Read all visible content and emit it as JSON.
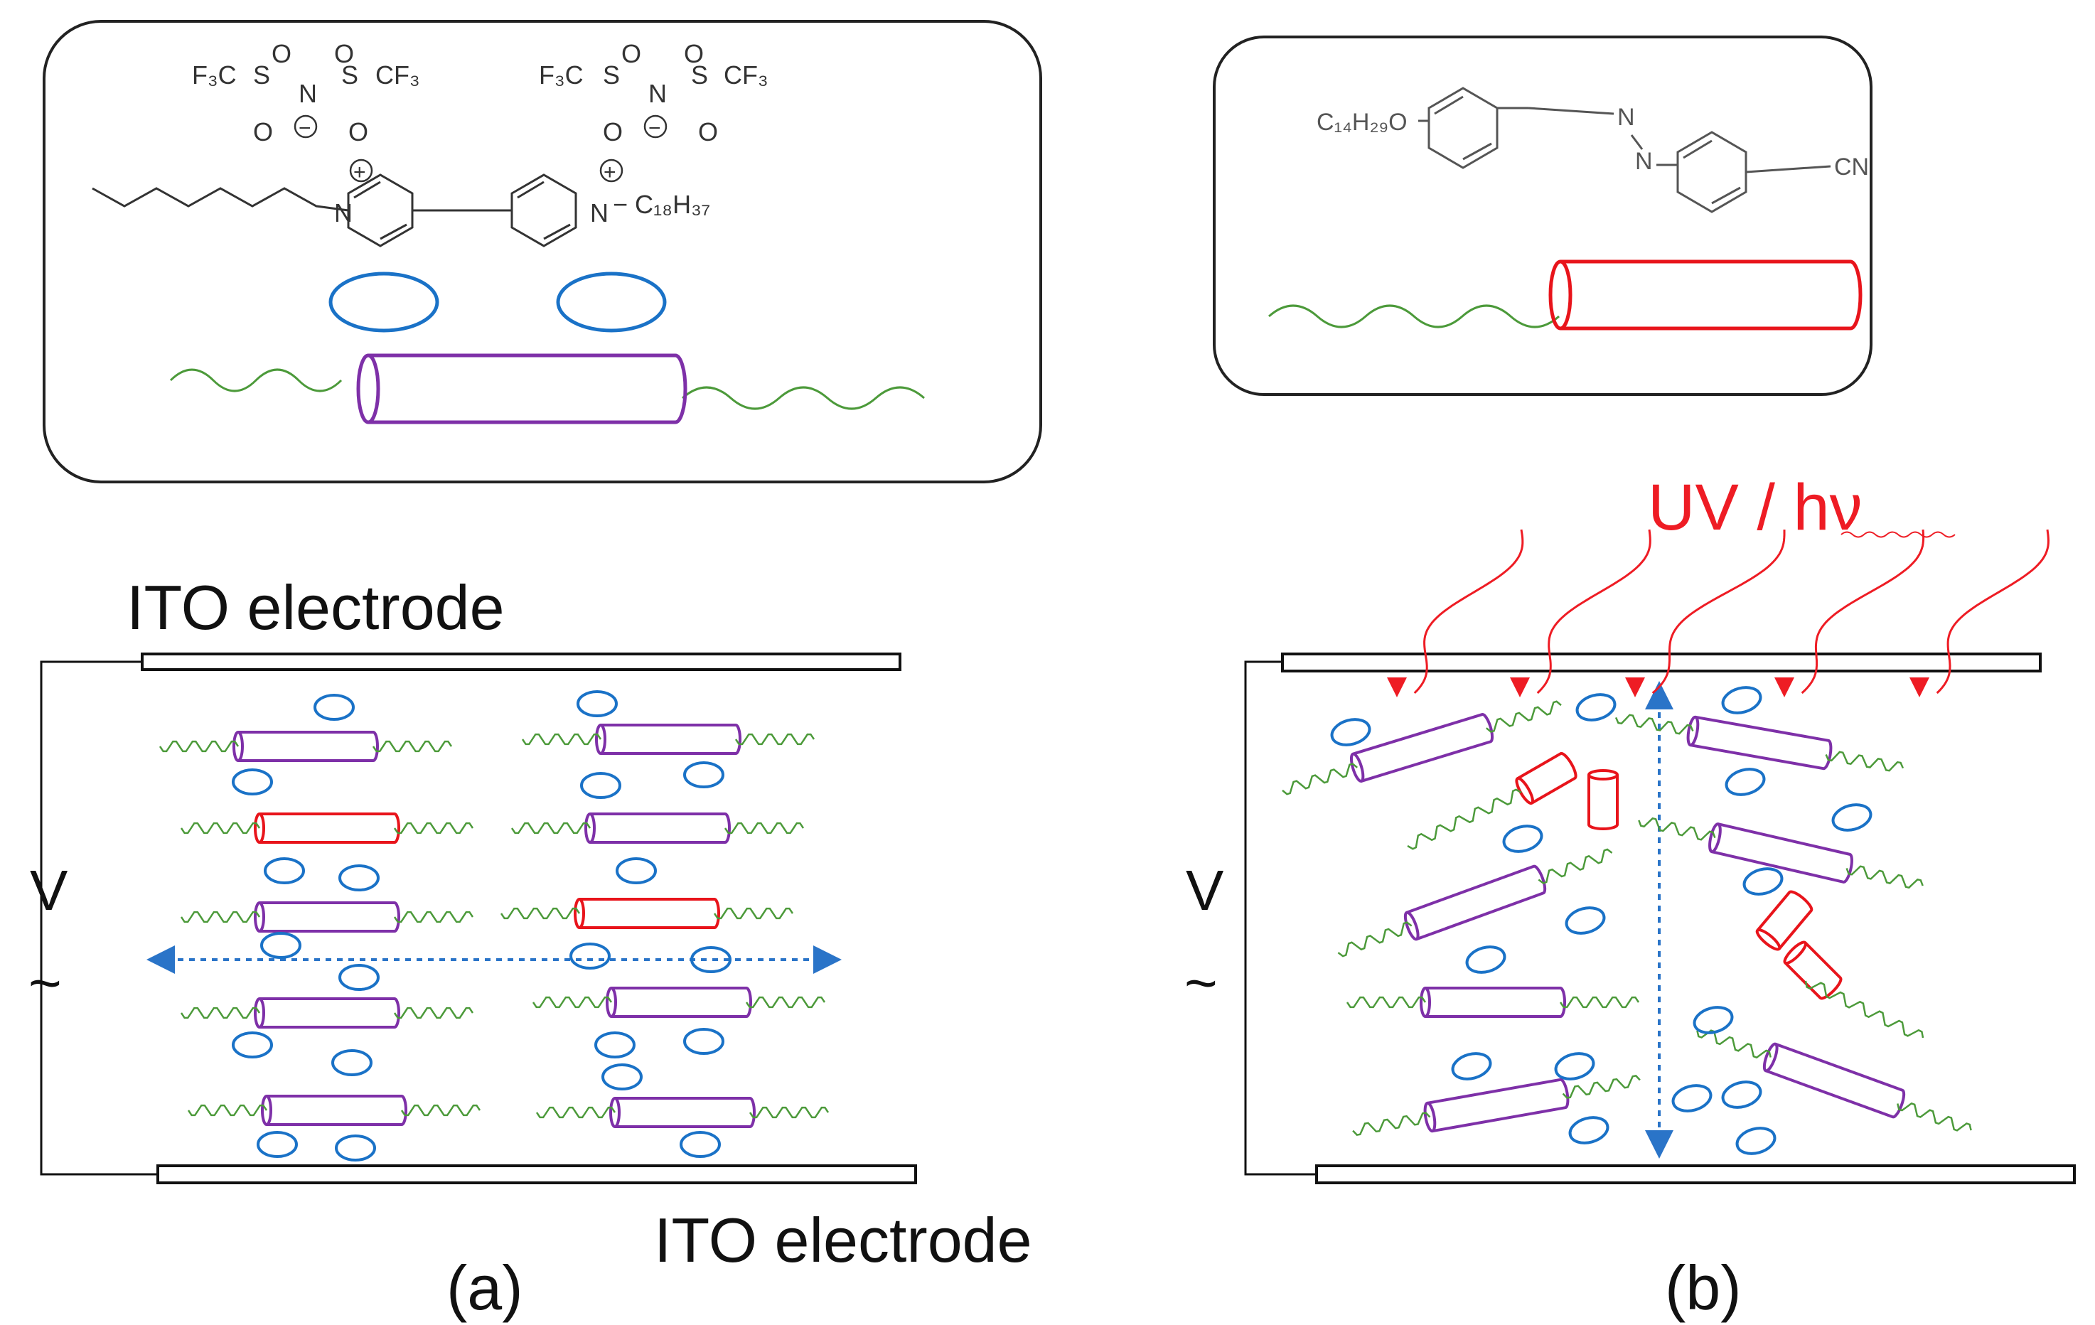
{
  "labels": {
    "ito_top": "ITO electrode",
    "ito_bottom": "ITO electrode",
    "voltage": "V",
    "ac": "~",
    "panel_a": "(a)",
    "panel_b": "(b)",
    "uv": "UV / hν"
  },
  "chem_viologen": {
    "f3c": "F₃C",
    "cf3": "CF₃",
    "s": "S",
    "n": "N",
    "o": "O",
    "plus": "+",
    "minus": "−",
    "c18": "− C₁₈H₃₇"
  },
  "chem_azo": {
    "c14": "C₁₄H₂₉O",
    "n": "N",
    "cn": "CN"
  },
  "colors": {
    "viologen_rod": "#7e30a8",
    "azo_rod": "#e8141b",
    "ion": "#1a72c7",
    "alkyl_chain": "#4c9a3a",
    "field_arrow": "#2a74c8",
    "uv_light": "#ee1c24",
    "outline": "#222222"
  }
}
